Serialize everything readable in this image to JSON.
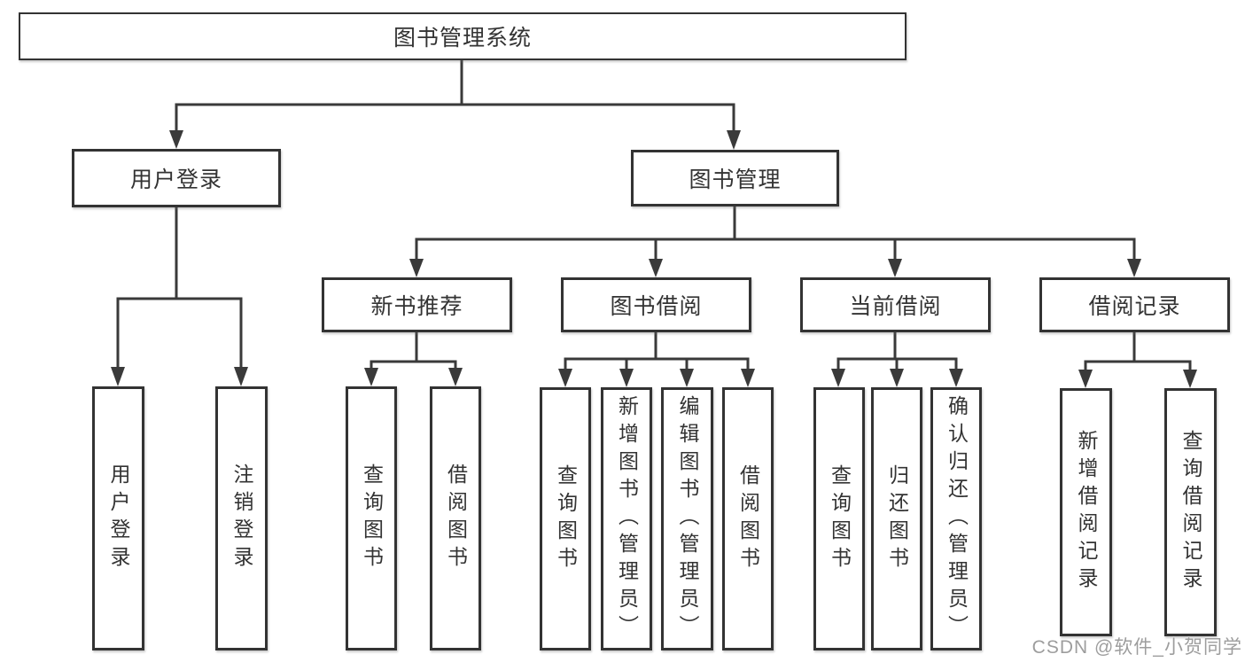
{
  "diagram": {
    "root": {
      "label": "图书管理系统"
    },
    "branches": [
      {
        "label": "用户登录",
        "children": [
          {
            "label": "用户登录"
          },
          {
            "label": "注销登录"
          }
        ]
      },
      {
        "label": "图书管理",
        "children": [
          {
            "label": "新书推荐",
            "children": [
              {
                "label": "查询图书"
              },
              {
                "label": "借阅图书"
              }
            ]
          },
          {
            "label": "图书借阅",
            "children": [
              {
                "label": "查询图书"
              },
              {
                "label": "新增图书（管理员）"
              },
              {
                "label": "编辑图书（管理员）"
              },
              {
                "label": "借阅图书"
              }
            ]
          },
          {
            "label": "当前借阅",
            "children": [
              {
                "label": "查询图书"
              },
              {
                "label": "归还图书"
              },
              {
                "label": "确认归还（管理员）"
              }
            ]
          },
          {
            "label": "借阅记录",
            "children": [
              {
                "label": "新增借阅记录"
              },
              {
                "label": "查询借阅记录"
              }
            ]
          }
        ]
      }
    ],
    "colors": {
      "line": "#3a3a3a",
      "box_border": "#333333",
      "box_fill": "#ffffff",
      "text": "#333333",
      "watermark": "#9d9d9d",
      "background": "#ffffff"
    },
    "watermark": {
      "text": "CSDN @软件_小贺同学"
    }
  }
}
